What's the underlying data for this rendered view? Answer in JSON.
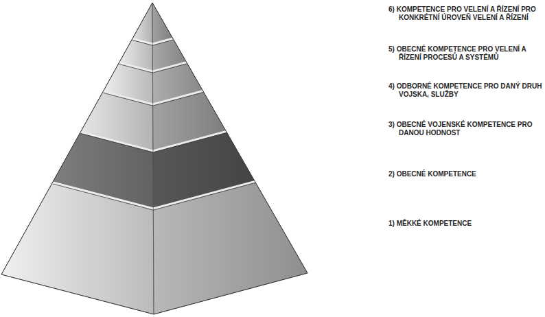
{
  "diagram": {
    "labels": [
      "6) KOMPETENCE PRO VELENÍ A ŘÍZENÍ PRO KONKRÉTNÍ ÚROVEŇ VELENÍ A ŘÍZENÍ",
      "5) OBECNÉ KOMPETENCE PRO VELENÍ A ŘÍZENÍ PROCESŮ A SYSTÉMŮ",
      "4) ODBORNÉ KOMPETENCE PRO DANÝ DRUH VOJSKA, SLUŽBY",
      "3) OBECNÉ VOJENSKÉ KOMPETENCE PRO DANOU HODNOST",
      "2) OBECNÉ KOMPETENCE",
      "1) MĚKKÉ KOMPETENCE"
    ]
  }
}
